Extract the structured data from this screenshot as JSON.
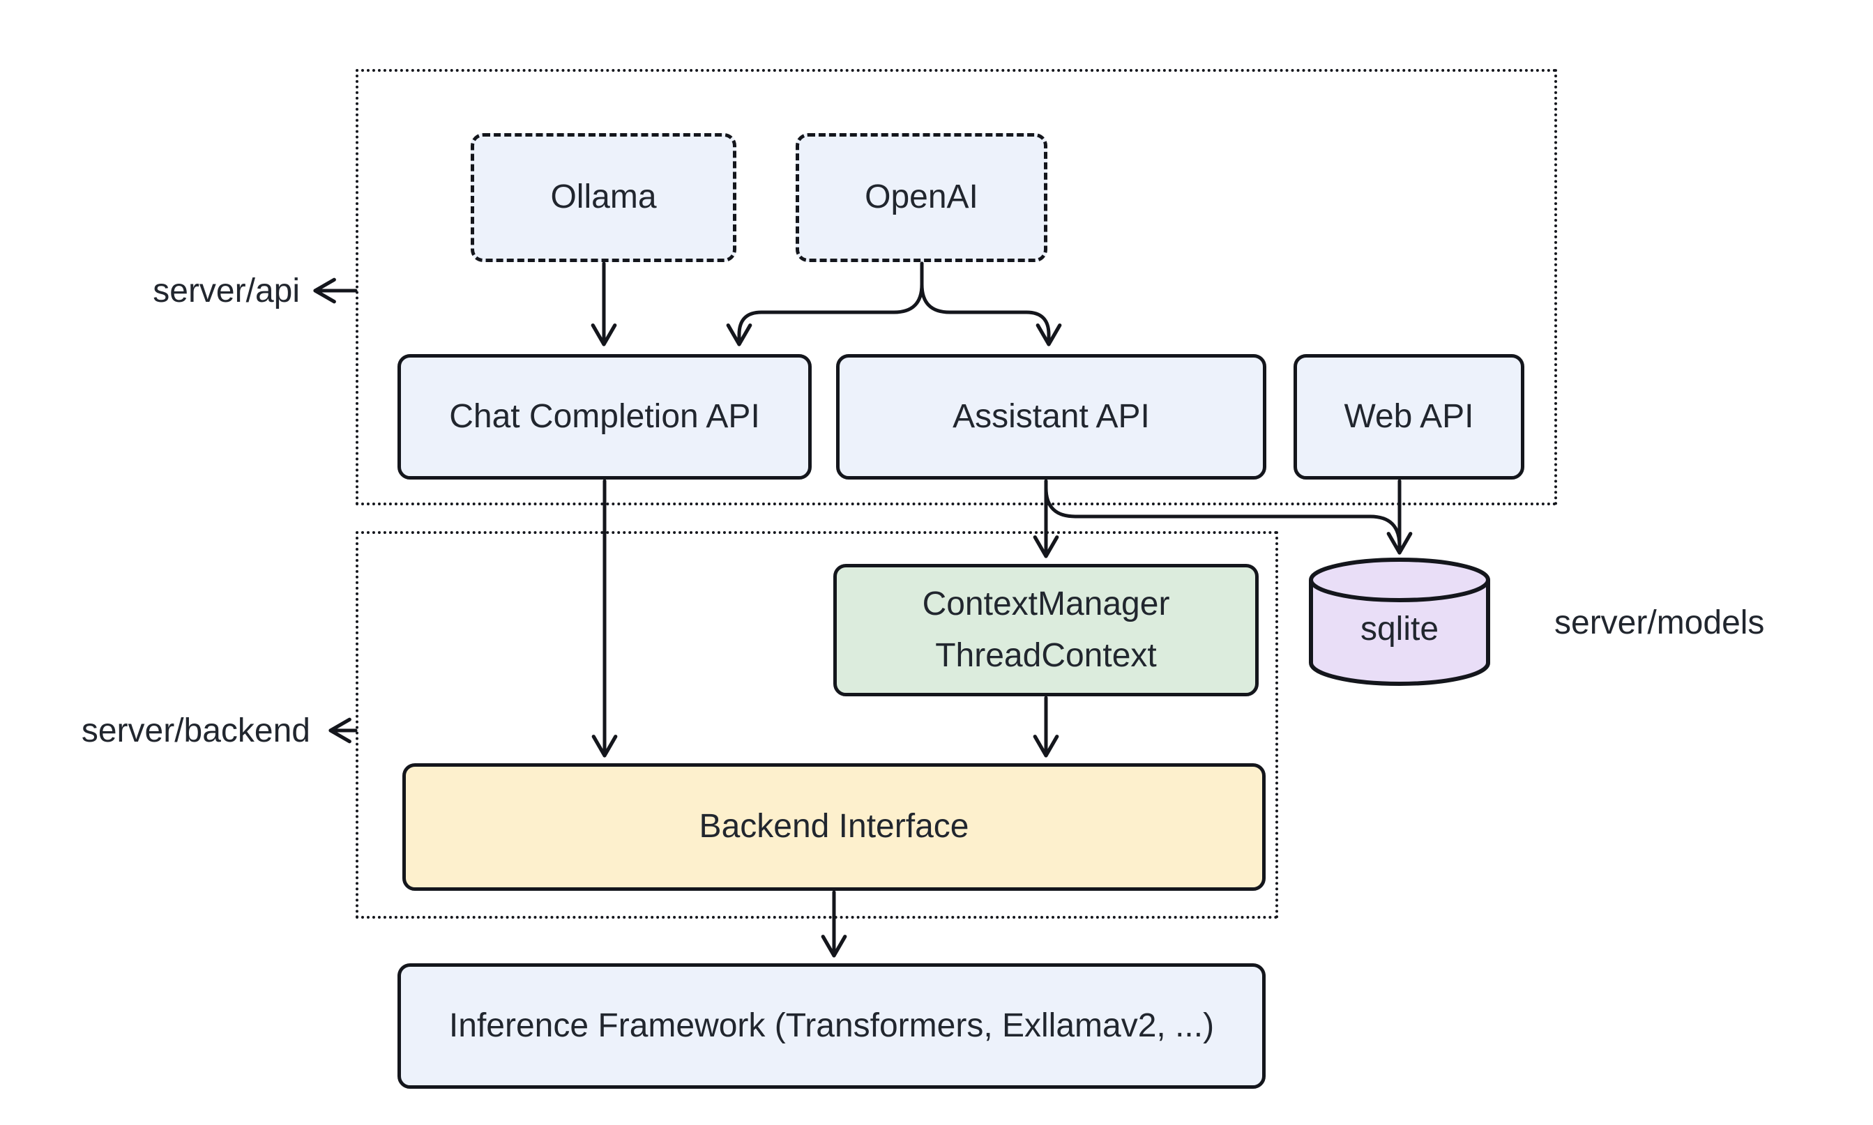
{
  "diagram": {
    "title": "server architecture diagram",
    "colors": {
      "background": "#ffffff",
      "stroke": "#14161c",
      "text": "#21262e",
      "node_blue": "#edf2fb",
      "node_green": "#dcecdd",
      "node_yellow": "#fdf0cd",
      "node_purple": "#e9def7"
    },
    "containers": {
      "server_api": {
        "label": "server/api"
      },
      "server_backend": {
        "label": "server/backend"
      }
    },
    "side_labels": {
      "server_api": "server/api",
      "server_backend": "server/backend",
      "server_models": "server/models"
    },
    "nodes": {
      "ollama": {
        "label": "Ollama",
        "style": "dashed-blue"
      },
      "openai": {
        "label": "OpenAI",
        "style": "dashed-blue"
      },
      "chat_completion_api": {
        "label": "Chat Completion API",
        "style": "blue"
      },
      "assistant_api": {
        "label": "Assistant API",
        "style": "blue"
      },
      "web_api": {
        "label": "Web API",
        "style": "blue"
      },
      "context_manager": {
        "label_line1": "ContextManager",
        "label_line2": "ThreadContext",
        "style": "green"
      },
      "backend_interface": {
        "label": "Backend Interface",
        "style": "yellow"
      },
      "sqlite": {
        "label": "sqlite",
        "style": "purple-cylinder"
      },
      "inference_framework": {
        "label": "Inference Framework (Transformers, Exllamav2, ...)",
        "style": "blue"
      }
    },
    "edges": [
      {
        "from": "ollama",
        "to": "chat_completion_api"
      },
      {
        "from": "openai",
        "to": "chat_completion_api"
      },
      {
        "from": "openai",
        "to": "assistant_api"
      },
      {
        "from": "chat_completion_api",
        "to": "backend_interface"
      },
      {
        "from": "assistant_api",
        "to": "context_manager"
      },
      {
        "from": "assistant_api",
        "to": "sqlite"
      },
      {
        "from": "web_api",
        "to": "sqlite"
      },
      {
        "from": "context_manager",
        "to": "backend_interface"
      },
      {
        "from": "backend_interface",
        "to": "inference_framework"
      }
    ]
  }
}
